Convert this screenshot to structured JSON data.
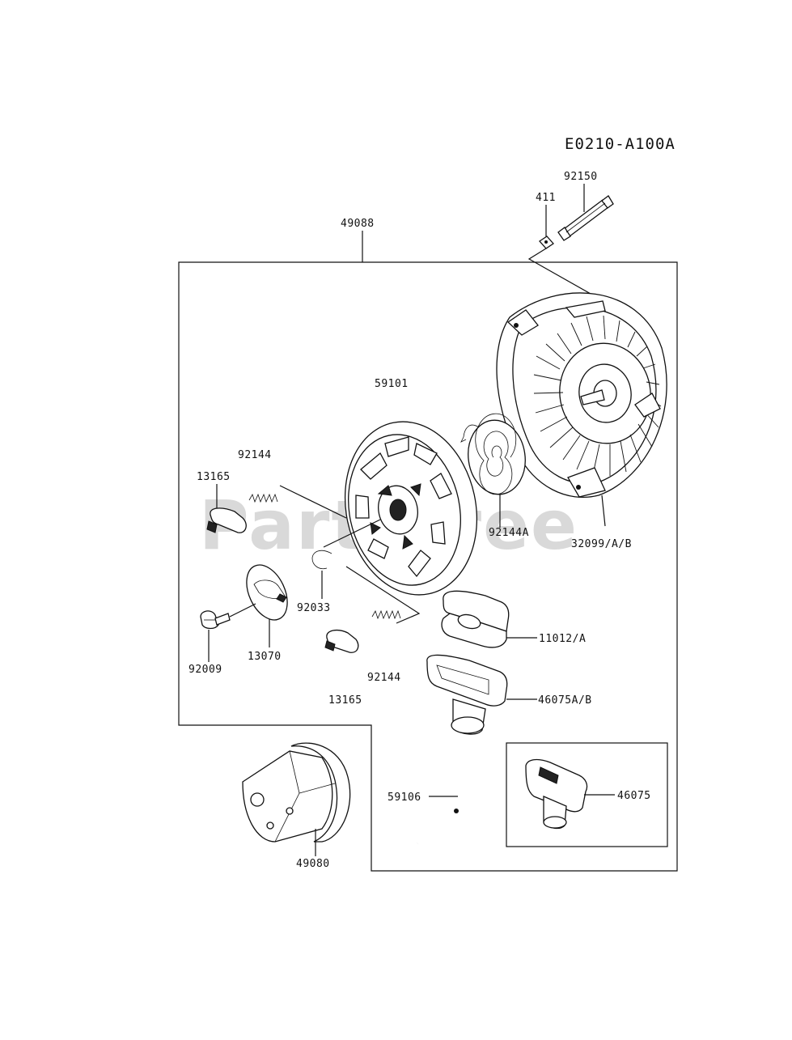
{
  "diagram": {
    "code": "E0210-A100A",
    "watermark": "PartsTree",
    "labels": {
      "p92150": "92150",
      "p411": "411",
      "p49088": "49088",
      "p59101": "59101",
      "p92144_top": "92144",
      "p13165_top": "13165",
      "p92144A": "92144A",
      "p32099": "32099/A/B",
      "p92033": "92033",
      "p92009": "92009",
      "p13070": "13070",
      "p11012": "11012/A",
      "p92144_bottom": "92144",
      "p13165_bottom": "13165",
      "p46075AB": "46075A/B",
      "p59106": "59106",
      "p46075": "46075",
      "p49080": "49080"
    }
  }
}
